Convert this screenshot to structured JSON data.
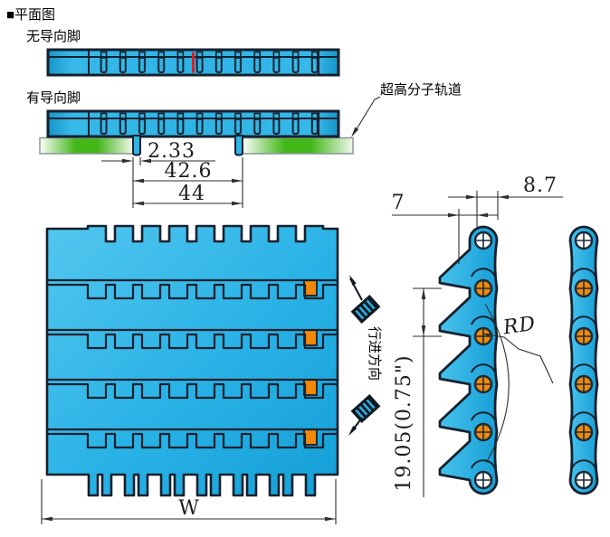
{
  "title": "■平面图",
  "side_views": {
    "no_feet_label": "无导向脚",
    "with_feet_label": "有导向脚",
    "track_label": "超高分子轨道"
  },
  "plan_view": {
    "direction_label": "行进方向",
    "width_label": "W"
  },
  "dimensions": {
    "foot_width": "2.33",
    "feet_inner_span": "42.6",
    "feet_outer_span": "44",
    "profile_foot_offset": "7",
    "profile_link_width": "8.7",
    "pitch": "19.05(0.75\")",
    "backflex_radius": "RD"
  },
  "colors": {
    "belt_blue": "#2fb4e6",
    "outline_navy": "#14212e",
    "rail_green": "#43b718",
    "pin_orange": "#f0880a",
    "center_line_red": "#e31b23"
  }
}
